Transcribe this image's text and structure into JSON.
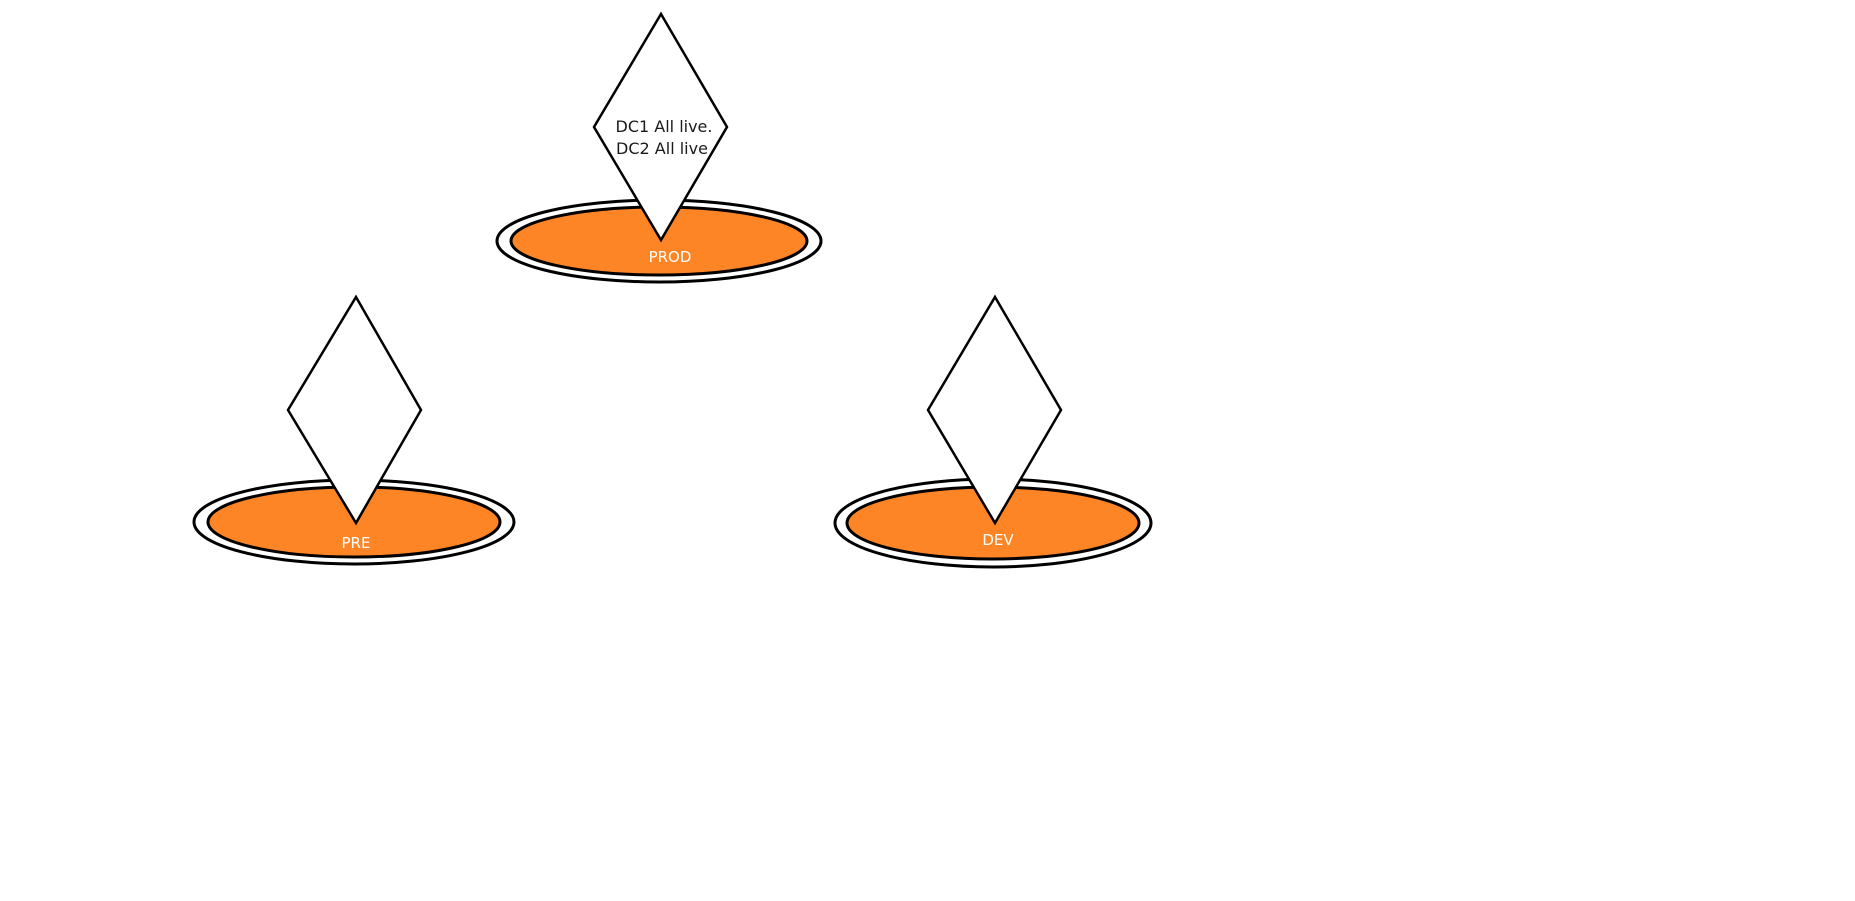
{
  "colors": {
    "platform_fill": "#FD8526",
    "outline": "#000000",
    "pin_fill": "#FFFFFF",
    "label_color": "#FFFFFF",
    "text_color": "#1A1A1A"
  },
  "icons": {
    "platform": "platform-ellipse-icon",
    "marker": "diamond-pin-icon"
  },
  "environments": {
    "prod": {
      "label": "PROD",
      "status_line_1": "DC1 All live.",
      "status_line_2": "DC2 All live"
    },
    "pre": {
      "label": "PRE"
    },
    "dev": {
      "label": "DEV"
    }
  }
}
